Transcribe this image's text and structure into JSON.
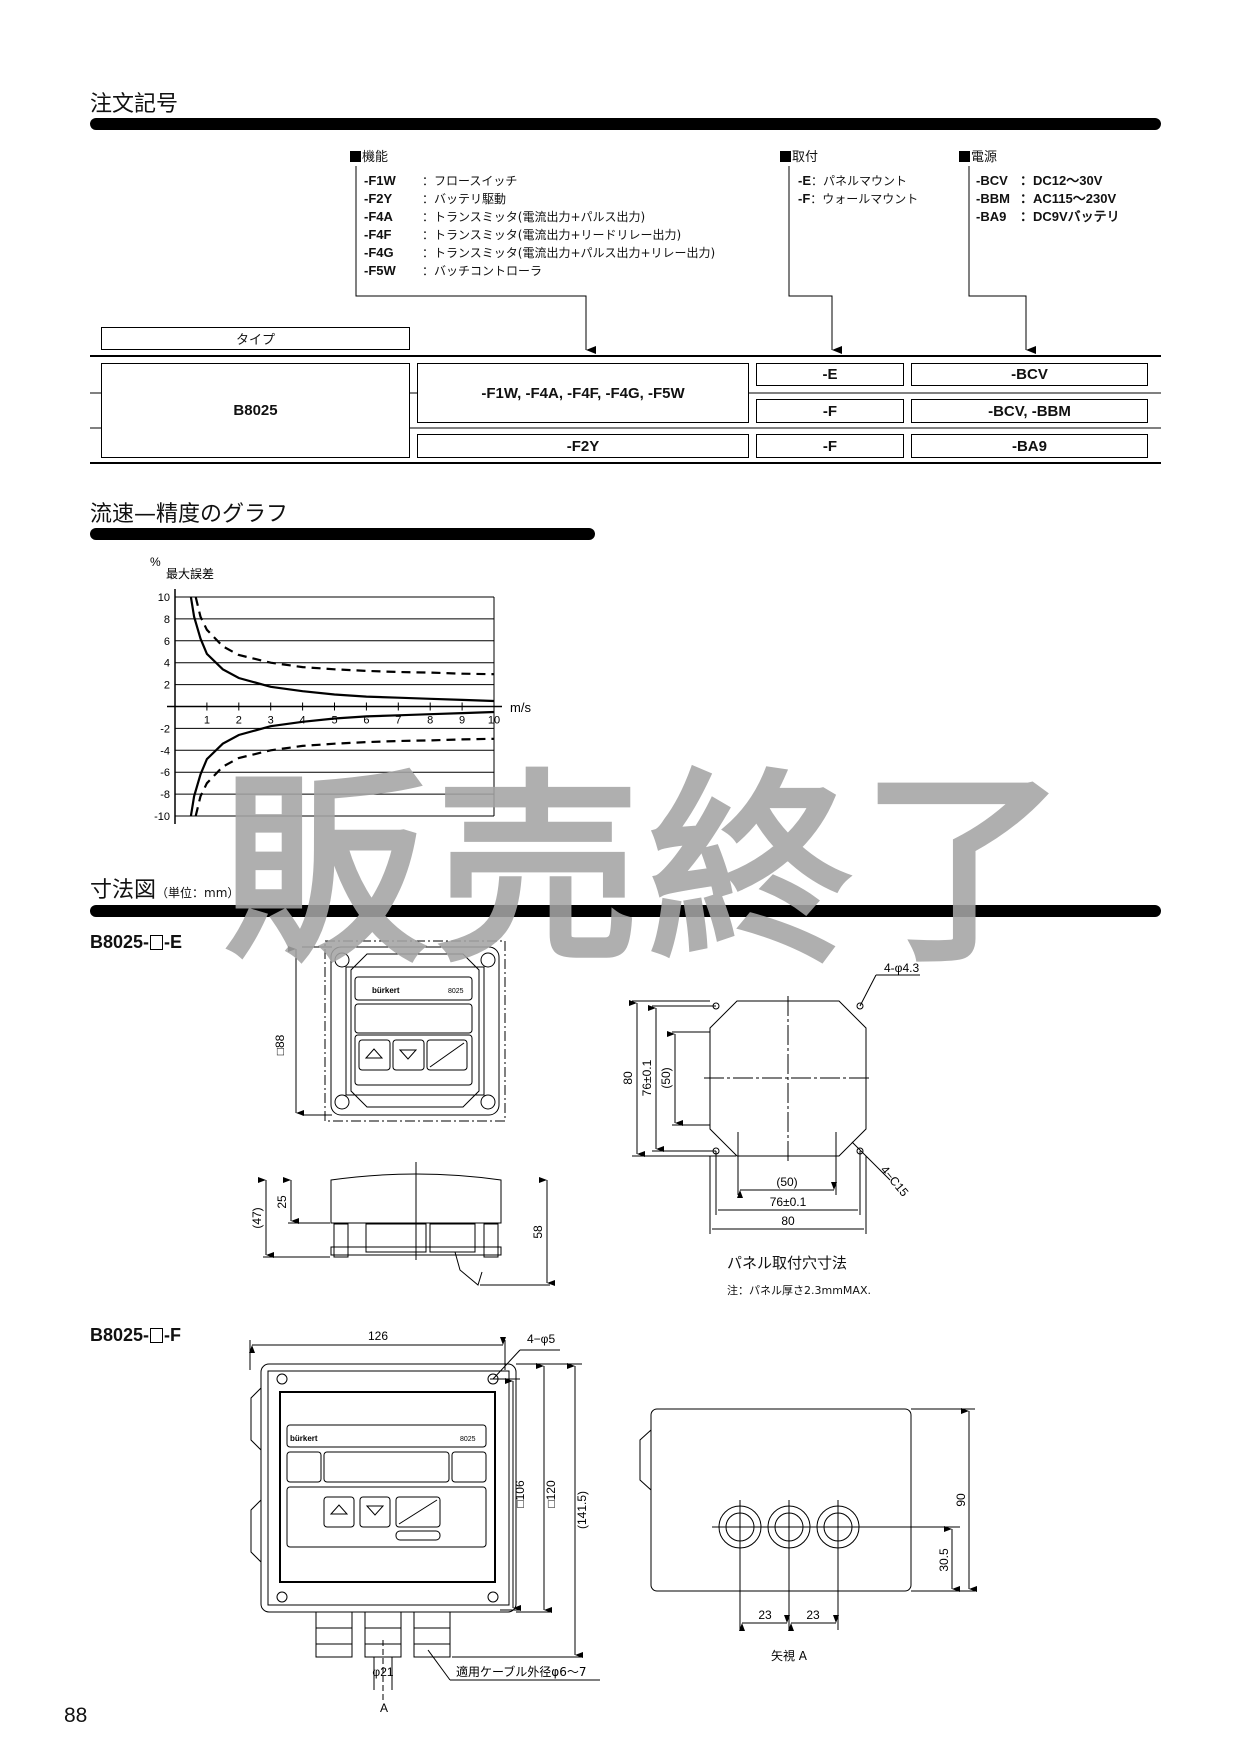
{
  "order_code": {
    "title": "注文記号",
    "function": {
      "header": "機能",
      "items": [
        {
          "code": "-F1W",
          "desc": "：フロースイッチ"
        },
        {
          "code": "-F2Y",
          "desc": "：バッテリ駆動"
        },
        {
          "code": "-F4A",
          "desc": "：トランスミッタ(電流出力+パルス出力)"
        },
        {
          "code": "-F4F",
          "desc": "：トランスミッタ(電流出力+リードリレー出力)"
        },
        {
          "code": "-F4G",
          "desc": "：トランスミッタ(電流出力+パルス出力+リレー出力)"
        },
        {
          "code": "-F5W",
          "desc": "：バッチコントローラ"
        }
      ]
    },
    "mounting": {
      "header": "取付",
      "items": [
        {
          "code": "-E",
          "desc": "：パネルマウント"
        },
        {
          "code": "-F",
          "desc": "：ウォールマウント"
        }
      ]
    },
    "power": {
      "header": "電源",
      "items": [
        {
          "code": "-BCV",
          "desc": "：DC12～30V"
        },
        {
          "code": "-BBM",
          "desc": "：AC115～230V"
        },
        {
          "code": "-BA9",
          "desc": "：DC9Vバッテリ"
        }
      ]
    },
    "table": {
      "type_label": "タイプ",
      "type_value": "B8025",
      "rows": [
        {
          "function": "-F1W, -F4A, -F4F, -F4G, -F5W",
          "mounting": "-E",
          "power": "-BCV"
        },
        {
          "function": "",
          "mounting": "-F",
          "power": "-BCV, -BBM"
        },
        {
          "function": "-F2Y",
          "mounting": "-F",
          "power": "-BA9"
        }
      ]
    }
  },
  "graph_section": {
    "title": "流速—精度のグラフ"
  },
  "chart_data": {
    "type": "line",
    "title": "",
    "xlabel": "m/s",
    "ylabel_unit": "%",
    "ylabel": "最大誤差",
    "xlim": [
      0,
      10
    ],
    "ylim": [
      -10,
      10
    ],
    "xticks": [
      "1",
      "2",
      "3",
      "4",
      "5",
      "6",
      "7",
      "8",
      "9",
      "10"
    ],
    "yticks": [
      "10",
      "8",
      "6",
      "4",
      "2",
      "-2",
      "-4",
      "-6",
      "-8",
      "-10"
    ],
    "grid": "horizontal",
    "series": [
      {
        "name": "solid-upper",
        "style": "solid",
        "x": [
          0.5,
          0.6,
          0.8,
          1,
          1.5,
          2,
          3,
          4,
          5,
          6,
          7,
          8,
          9,
          10
        ],
        "y": [
          10,
          8.2,
          6.2,
          4.8,
          3.4,
          2.6,
          1.8,
          1.4,
          1.1,
          0.9,
          0.8,
          0.7,
          0.6,
          0.5
        ]
      },
      {
        "name": "solid-lower",
        "style": "solid",
        "x": [
          0.5,
          0.6,
          0.8,
          1,
          1.5,
          2,
          3,
          4,
          5,
          6,
          7,
          8,
          9,
          10
        ],
        "y": [
          -10,
          -8.2,
          -6.2,
          -4.8,
          -3.4,
          -2.6,
          -1.8,
          -1.4,
          -1.1,
          -0.9,
          -0.8,
          -0.7,
          -0.6,
          -0.5
        ]
      },
      {
        "name": "dashed-upper",
        "style": "dashed",
        "x": [
          0.65,
          0.8,
          1,
          1.5,
          2,
          3,
          4,
          5,
          6,
          7,
          8,
          9,
          10
        ],
        "y": [
          10,
          8.2,
          7,
          5.5,
          4.7,
          4,
          3.6,
          3.4,
          3.25,
          3.15,
          3.1,
          3.0,
          2.95
        ]
      },
      {
        "name": "dashed-lower",
        "style": "dashed",
        "x": [
          0.65,
          0.8,
          1,
          1.5,
          2,
          3,
          4,
          5,
          6,
          7,
          8,
          9,
          10
        ],
        "y": [
          -10,
          -8.2,
          -7,
          -5.5,
          -4.7,
          -4,
          -3.6,
          -3.4,
          -3.25,
          -3.15,
          -3.1,
          -3.0,
          -2.95
        ]
      }
    ]
  },
  "dimensions": {
    "title": "寸法図",
    "unit": "（単位：mm）",
    "panel": {
      "model_prefix": "B8025-",
      "model_suffix": "-E",
      "front_size": "□88",
      "side_top": "25",
      "side_total": "(47)",
      "side_height": "58",
      "holes": "4-φ4.3",
      "cut_h_outer": "80",
      "cut_h_mid": "76±0.1",
      "cut_h_inner": "(50)",
      "cut_w_inner": "(50)",
      "cut_w_mid": "76±0.1",
      "cut_w_outer": "80",
      "chamfer": "4−C15",
      "caption": "パネル取付穴寸法",
      "note": "注：パネル厚さ2.3mmMAX."
    },
    "wall": {
      "model_prefix": "B8025-",
      "model_suffix": "-F",
      "width": "126",
      "holes": "4−φ5",
      "size_inner": "□106",
      "size_outer": "□120",
      "height_total": "(141.5)",
      "gland": "φ21",
      "view_marker": "A",
      "cable": "適用ケーブル外径φ6～7",
      "side_height": "90",
      "gland_height": "30.5",
      "pitch_1": "23",
      "pitch_2": "23",
      "view_caption": "矢視 A"
    },
    "brand_text": "bürkert",
    "model_text": "8025"
  },
  "watermark": "販売終了",
  "page_number": "88"
}
